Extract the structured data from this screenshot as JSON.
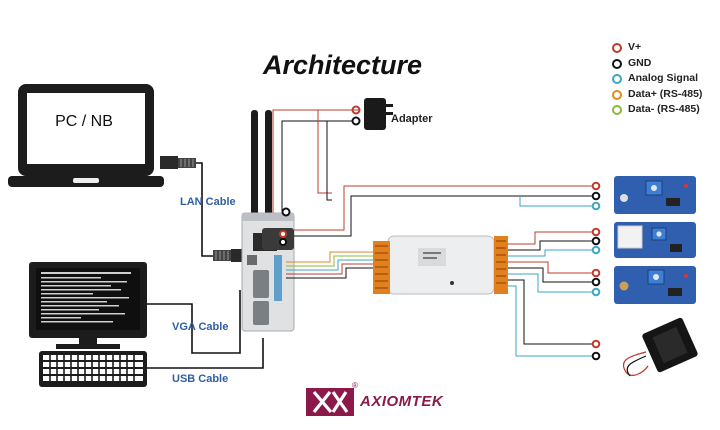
{
  "title": "Architecture",
  "legend": [
    {
      "label": "V+",
      "color": "#c0392b"
    },
    {
      "label": "GND",
      "color": "#111111"
    },
    {
      "label": "Analog Signal",
      "color": "#3aa6c8"
    },
    {
      "label": "Data+ (RS-485)",
      "color": "#e08a1e"
    },
    {
      "label": "Data- (RS-485)",
      "color": "#8cb83a"
    }
  ],
  "labels": {
    "pc_nb": "PC / NB",
    "adapter": "Adapter",
    "lan_cable": "LAN Cable",
    "vga_cable": "VGA Cable",
    "usb_cable": "USB Cable"
  },
  "brand": {
    "name": "AXIOMTEK",
    "registered": "®",
    "color": "#8b1a4a"
  },
  "colors": {
    "vplus": "#c0392b",
    "gnd": "#111111",
    "analog": "#3aa6c8",
    "data_plus": "#e08a1e",
    "data_minus": "#8cb83a"
  }
}
